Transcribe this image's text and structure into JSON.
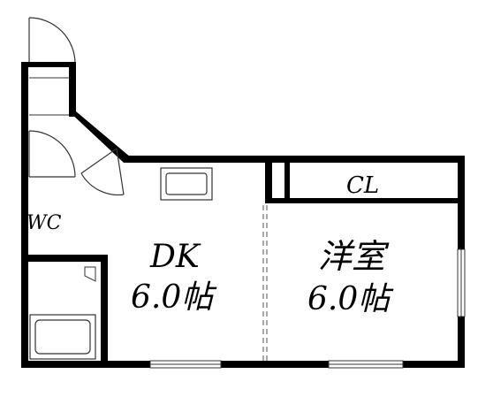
{
  "floor_plan": {
    "rooms": [
      {
        "id": "wc",
        "name": "WC"
      },
      {
        "id": "dk",
        "name": "DK",
        "size": "6.0帖"
      },
      {
        "id": "western_room",
        "name": "洋室",
        "size": "6.0帖"
      },
      {
        "id": "closet",
        "name": "CL"
      }
    ]
  },
  "colors": {
    "wall": "#000000",
    "background": "#ffffff",
    "fixture": "#777777"
  }
}
